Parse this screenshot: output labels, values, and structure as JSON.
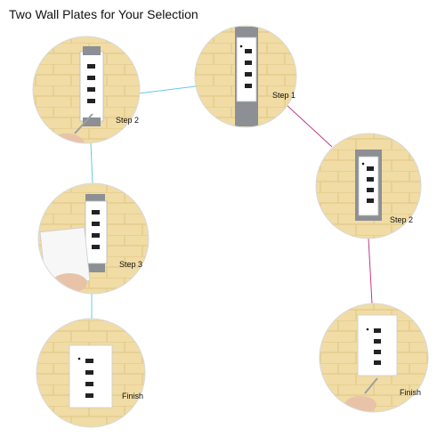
{
  "title": "Two Wall Plates for Your Selection",
  "labels": {
    "step1": "Step 1",
    "step2_left": "Step 2",
    "step3": "Step 3",
    "finish_left": "Finish",
    "step2_right": "Step 2",
    "finish_right": "Finish"
  },
  "colors": {
    "wall": "#f0dca4",
    "wall_line": "#e3c98a",
    "border": "#d9d9d9",
    "connector_left": "#67c8e8",
    "connector_right": "#c03a8c",
    "plate": "#ffffff",
    "bracket": "#8c8f94"
  }
}
